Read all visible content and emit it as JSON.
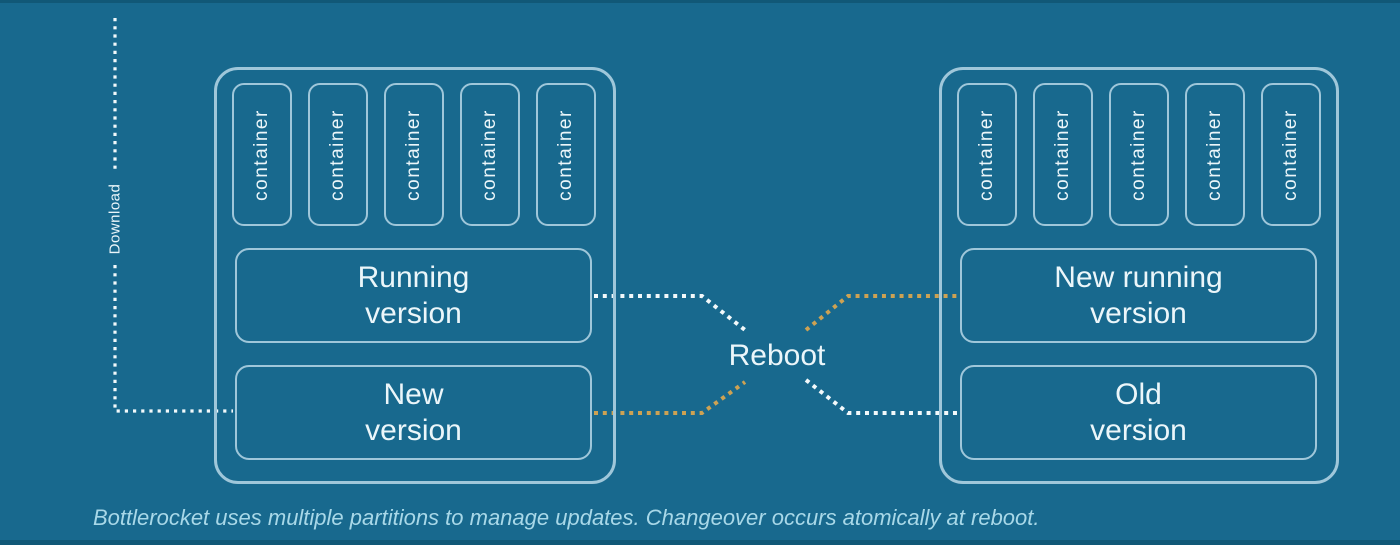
{
  "colors": {
    "background": "#18698E",
    "strip": "#115877",
    "border": "#9FC7DA",
    "text": "#EBF6FA",
    "caption": "#A8D8E8",
    "dotWhite": "#F2F9FB",
    "dotOrange": "#CDA253"
  },
  "download": {
    "label": "Download"
  },
  "reboot": {
    "label": "Reboot"
  },
  "left_partition": {
    "containers": [
      "container",
      "container",
      "container",
      "container",
      "container"
    ],
    "slots": [
      {
        "line1": "Running",
        "line2": "version"
      },
      {
        "line1": "New",
        "line2": "version"
      }
    ]
  },
  "right_partition": {
    "containers": [
      "container",
      "container",
      "container",
      "container",
      "container"
    ],
    "slots": [
      {
        "line1": "New running",
        "line2": "version"
      },
      {
        "line1": "Old",
        "line2": "version"
      }
    ]
  },
  "caption": "Bottlerocket uses multiple partitions to manage updates. Changeover occurs atomically at reboot."
}
